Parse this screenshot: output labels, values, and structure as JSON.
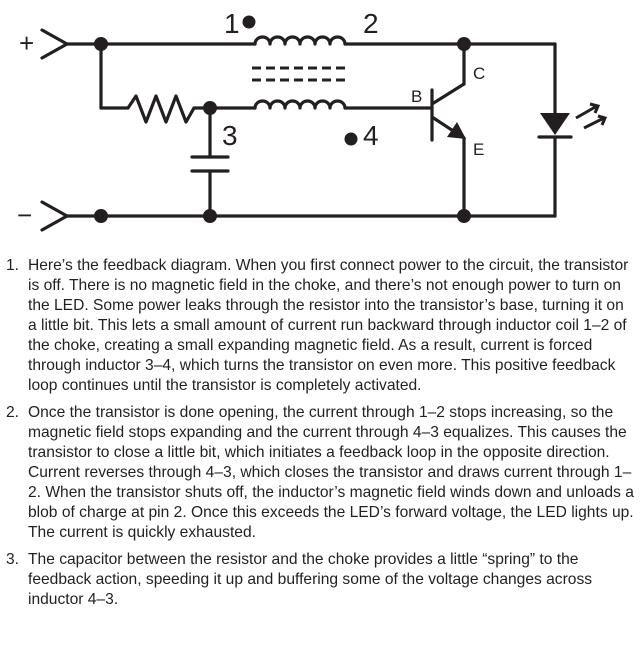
{
  "labels": {
    "plus": "+",
    "minus": "−",
    "pin1": "1",
    "pin2": "2",
    "pin3": "3",
    "pin4": "4",
    "base": "B",
    "collector": "C",
    "emitter": "E"
  },
  "steps": [
    {
      "number": "1.",
      "text": "Here’s the feedback diagram. When you first connect power to the circuit, the transistor is off. There is no magnetic field in the choke, and there’s not enough power to turn on the LED. Some power leaks through the resistor into the transistor’s base, turning it on a little bit. This lets a small amount of current run backward through inductor coil 1–2 of the choke, creating a small expanding magnetic field. As a result, current is forced through inductor 3–4, which turns the transistor on even more. This positive feedback loop continues until the transistor is completely activated."
    },
    {
      "number": "2.",
      "text": "Once the transistor is done opening, the current through 1–2 stops increasing, so the magnetic field stops expanding and the current through 4–3 equalizes. This causes the transistor to close a little bit, which initiates a feedback loop in the opposite direction. Current reverses through 4–3, which closes the transistor and draws current through 1–2. When the transistor shuts off, the inductor’s magnetic field winds down and unloads a blob of charge at pin 2. Once this exceeds the LED’s forward voltage, the LED lights up. The current is quickly exhausted."
    },
    {
      "number": "3.",
      "text": "The capacitor between the resistor and the choke provides a little “spring” to the feedback action, speeding it up and buffering some of the voltage changes across inductor 4–3."
    }
  ]
}
